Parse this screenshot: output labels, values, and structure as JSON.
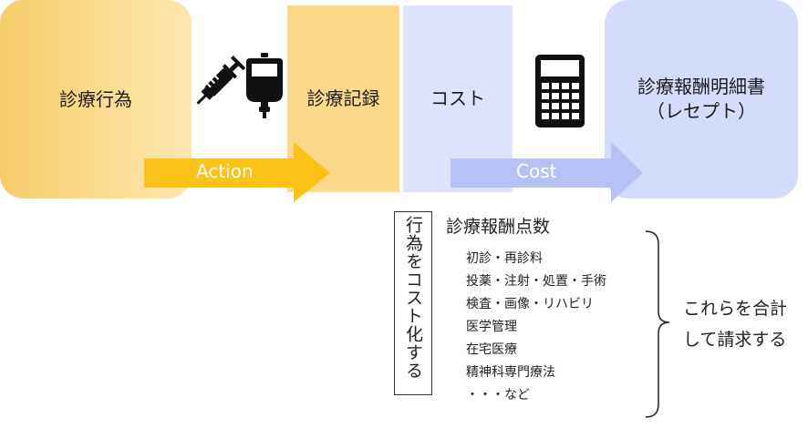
{
  "flow": {
    "act_label": "診療行為",
    "record_label": "診療記録",
    "cost_label": "コスト",
    "receipt_label_line1": "診療報酬明細書",
    "receipt_label_line2": "（レセプト）",
    "arrow1_label": "Action",
    "arrow2_label": "Cost"
  },
  "icons": [
    "syringe-icon",
    "iv-bag-icon",
    "calculator-icon"
  ],
  "colors": {
    "action_box": "#f9d27a",
    "action_arrow": "#fcc218",
    "cost_box": "#dde3fb",
    "cost_arrow": "#b6c2f6"
  },
  "points": {
    "vertical_label": "行為をコスト化する",
    "title": "診療報酬点数",
    "items": [
      "初診・再診料",
      "投薬・注射・処置・手術",
      "検査・画像・リハビリ",
      "医学管理",
      "在宅医療",
      "精神科専門療法",
      "・・・など"
    ],
    "summary_line1": "これらを合計",
    "summary_line2": "して請求する"
  }
}
